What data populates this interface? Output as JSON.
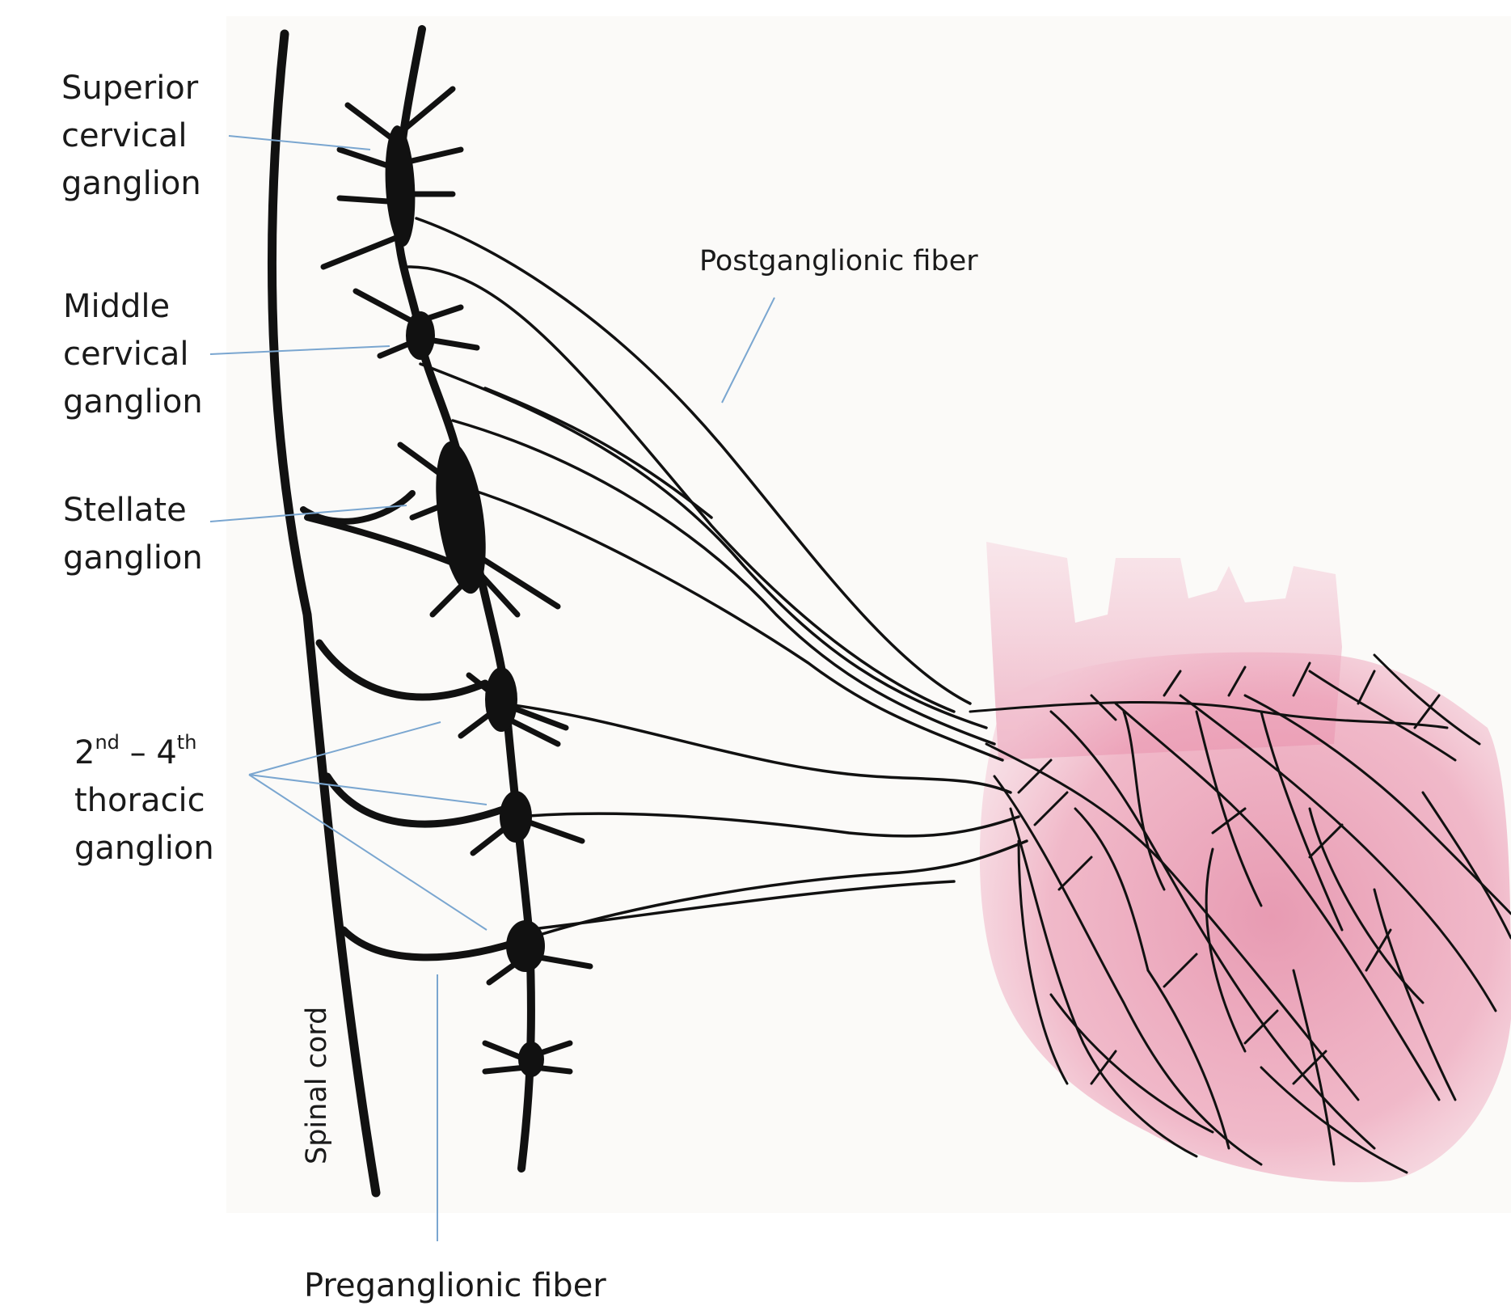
{
  "labels": {
    "superior": [
      "Superior",
      "cervical",
      "ganglion"
    ],
    "middle": [
      "Middle",
      "cervical",
      "ganglion"
    ],
    "stellate": [
      "Stellate",
      "ganglion"
    ],
    "thoracic": {
      "first_num": "2",
      "first_sup": "nd",
      "dash": " – ",
      "second_num": "4",
      "second_sup": "th",
      "line2": "thoracic",
      "line3": "ganglion"
    },
    "postganglionic": "Postganglionic fiber",
    "preganglionic": "Preganglionic fiber",
    "spinal_cord": "Spinal cord"
  },
  "colors": {
    "nerve": "#111111",
    "leader": "#7aa6d0",
    "heart": "#e07a99",
    "background": "#fbfaf8"
  }
}
